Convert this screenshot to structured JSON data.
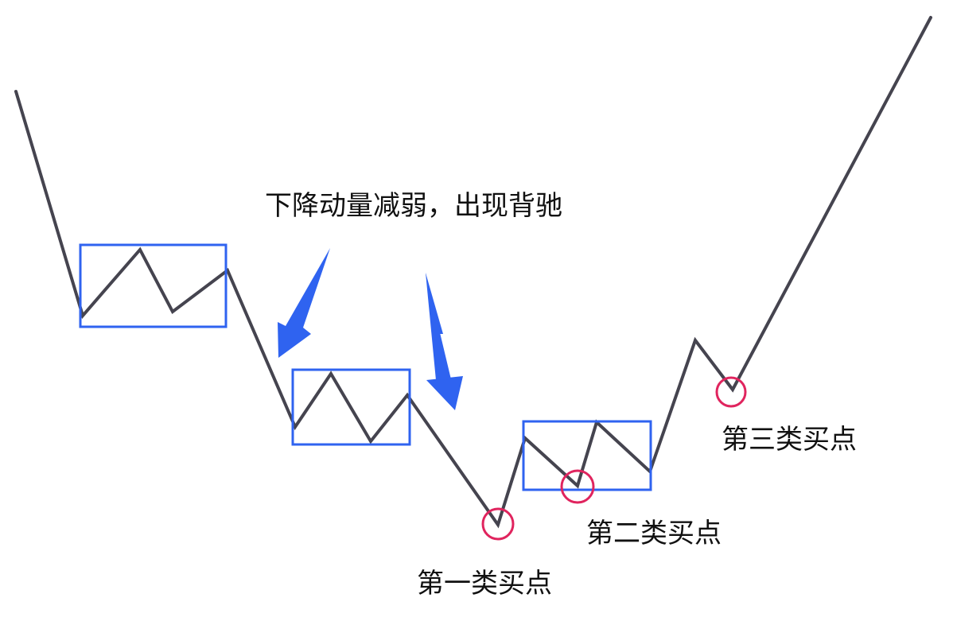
{
  "annotation": {
    "text": "下降动量减弱，出现背驰"
  },
  "buy_points": {
    "first": "第一类买点",
    "second": "第二类买点",
    "third": "第三类买点"
  },
  "colors": {
    "price_line": "#45444f",
    "pivot_box": "#2f63f0",
    "arrow": "#2f63f0",
    "buy_point_circle": "#e0245e",
    "text": "#111111"
  }
}
